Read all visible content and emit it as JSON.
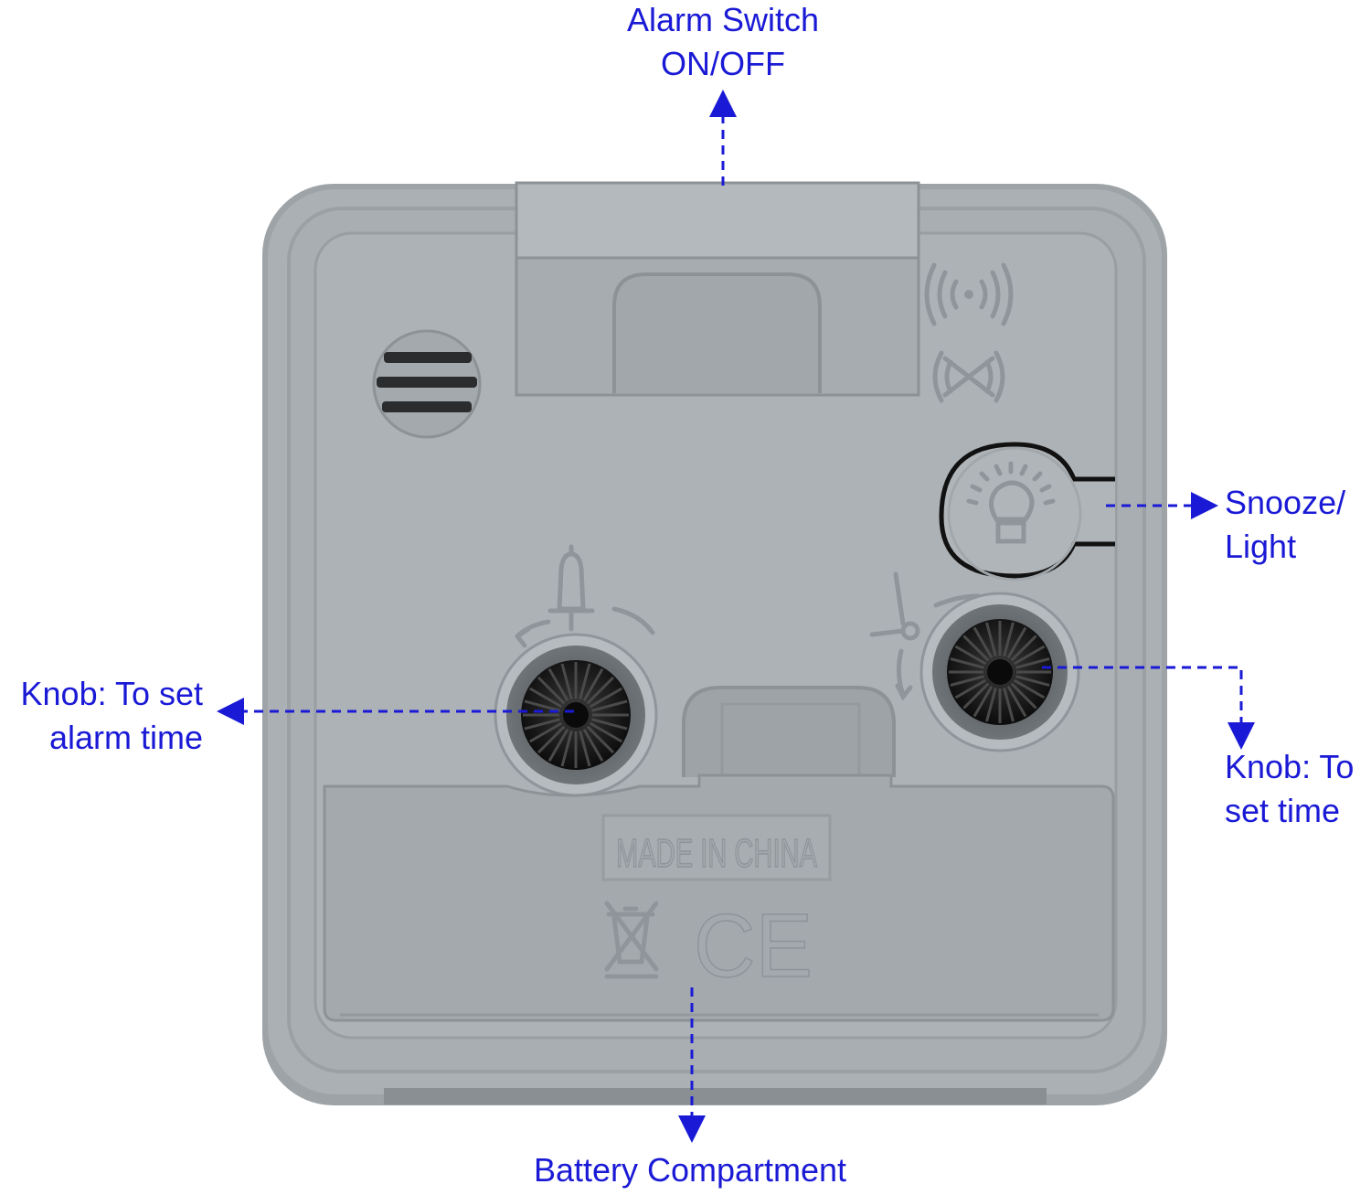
{
  "callouts": {
    "alarm_switch": {
      "line1": "Alarm Switch",
      "line2": "ON/OFF"
    },
    "snooze_light": {
      "line1": "Snooze/",
      "line2": "Light"
    },
    "alarm_knob": {
      "line1": "Knob: To set",
      "line2": "alarm time"
    },
    "time_knob": {
      "line1": "Knob: To",
      "line2": "set time"
    },
    "battery": {
      "line1": "Battery Compartment"
    }
  },
  "device": {
    "stamp_text": "MADE IN CHINA",
    "ce_mark": "CE",
    "body_color": "#a9aeb2",
    "knob_color": "#1e1e1e"
  },
  "colors": {
    "callout_text": "#1a1ad6",
    "leader_line": "#1a1ad6"
  },
  "icons": [
    "alarm-on-icon",
    "alarm-mute-icon",
    "light-bulb-icon",
    "bell-icon",
    "clock-hands-icon",
    "recycle-bin-crossed-icon"
  ]
}
